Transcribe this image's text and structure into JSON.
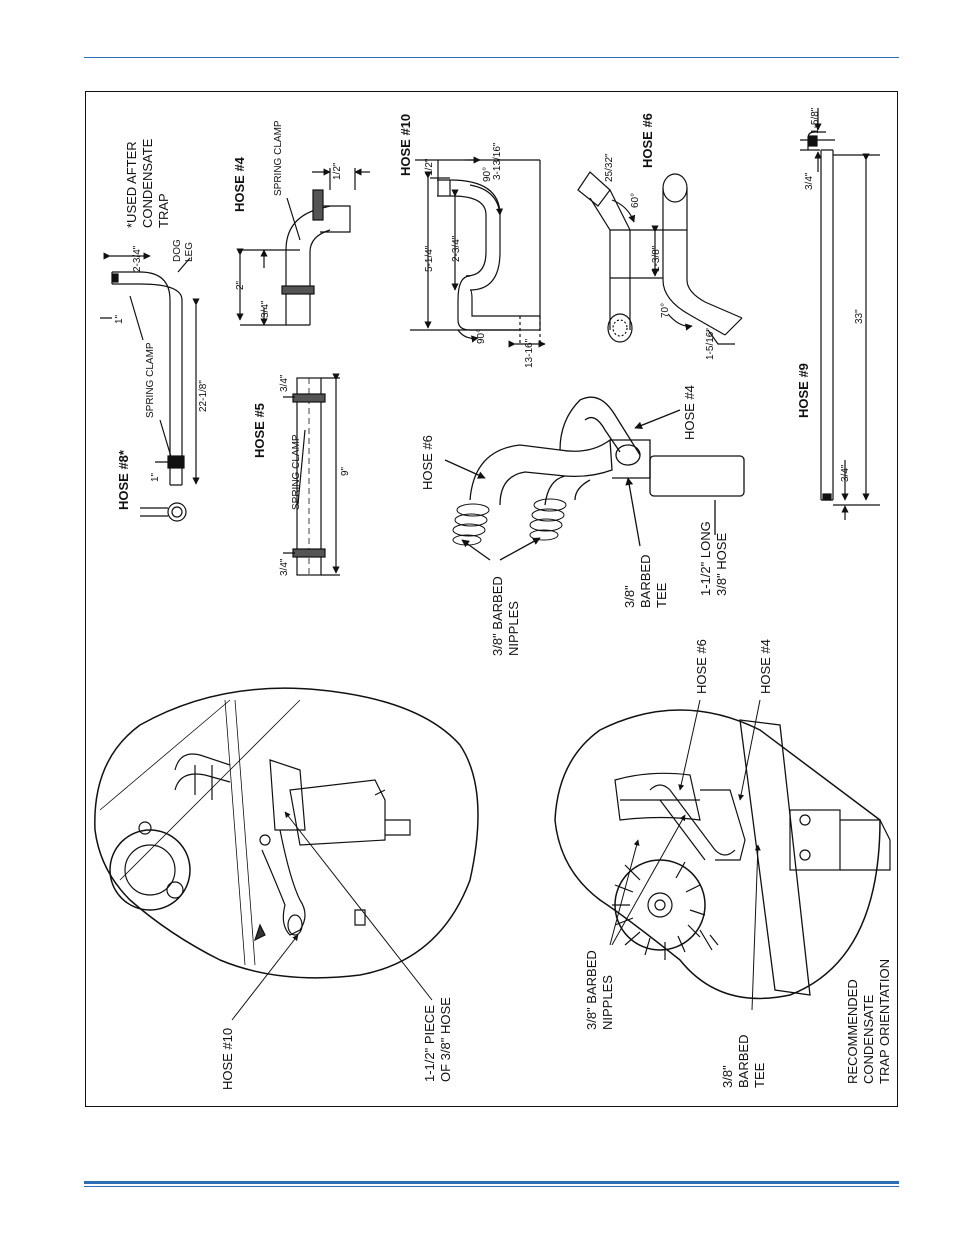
{
  "labels": {
    "hose8_title": "HOSE #8*",
    "hose8_note": [
      "*USED AFTER",
      "CONDENSATE",
      "TRAP"
    ],
    "hose8_dims": {
      "d1": "1\"",
      "d2": "22-1/8\"",
      "d3": "1\"",
      "d4": "2-3/4\""
    },
    "hose8_clamp": "SPRING CLAMP",
    "hose8_dogleg": [
      "DOG",
      "LEG"
    ],
    "hose4_title": "HOSE #4",
    "hose4_clamp": "SPRING CLAMP",
    "hose4_dims": {
      "d1": "1/2\"",
      "d2": "2\"",
      "d3": "3/4\""
    },
    "hose5_title": "HOSE #5",
    "hose5_clamp": "SPRING CLAMP",
    "hose5_dims": {
      "d1": "3/4\"",
      "d2": "9\"",
      "d3": "3/4\""
    },
    "hose10_title": "HOSE #10",
    "hose10_dims": {
      "d1": "1/2\"",
      "d2": "3-13/16\"",
      "d3": "90°",
      "d4": "5-1/4\"",
      "d5": "2-3/4\"",
      "d6": "90°",
      "d7": "13-16\""
    },
    "hose6_title": "HOSE #6",
    "hose6_dims": {
      "d1": "25/32\"",
      "d2": "60°",
      "d3": "1-3/8\"",
      "d4": "70°",
      "d5": "1-5/16\""
    },
    "hose9_title": "HOSE #9",
    "hose9_dims": {
      "d1": "1-5/8\"",
      "d2": "3/4\"",
      "d3": "33\"",
      "d4": "3/4\""
    },
    "assembly": {
      "hose6": "HOSE #6",
      "hose4": "HOSE #4",
      "nipples": [
        "3/8\" BARBED",
        "NIPPLES"
      ],
      "tee": [
        "3/8\"",
        "BARBED",
        "TEE"
      ],
      "long_hose": [
        "1-1/2\"  LONG",
        "3/8\"  HOSE"
      ]
    },
    "photo1": {
      "hose10": "HOSE #10",
      "piece": [
        "1-1/2\" PIECE",
        "OF 3/8\" HOSE"
      ]
    },
    "photo2": {
      "hose6": "HOSE #6",
      "hose4": "HOSE #4",
      "nipples": [
        "3/8\" BARBED",
        "NIPPLES"
      ],
      "tee": [
        "3/8\"",
        "BARBED",
        "TEE"
      ],
      "caption": [
        "RECOMMENDED",
        "CONDENSATE",
        "TRAP ORIENTATION"
      ]
    }
  }
}
